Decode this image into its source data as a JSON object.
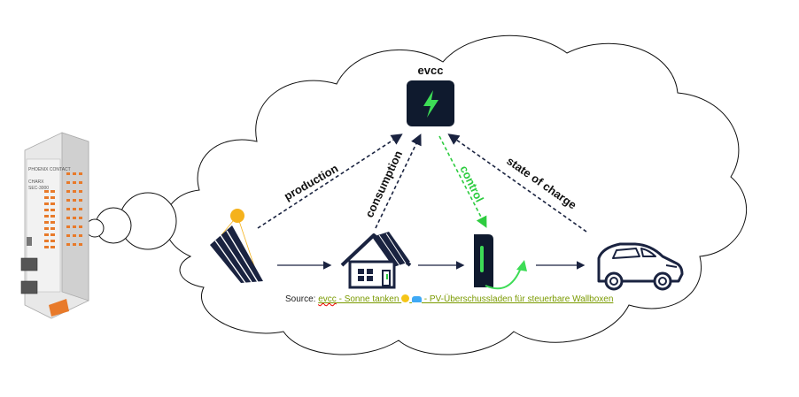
{
  "hub": {
    "title": "evcc"
  },
  "flows": {
    "production": "production",
    "consumption": "consumption",
    "control": "control",
    "state_of_charge": "state of charge"
  },
  "device": {
    "brand": "PHOENIX CONTACT",
    "model_line1": "CHARX",
    "model_line2": "SEC-3000"
  },
  "source": {
    "prefix": "Source: ",
    "link_part1": "evcc",
    "link_part2": " - Sonne tanken ",
    "link_part3": " - PV-Überschussladen für steuerbare Wallboxen"
  },
  "colors": {
    "arrow": "#1a2340",
    "control": "#2ecc40",
    "hub_bg": "#0f1a2e",
    "bolt": "#3ddc56",
    "sun": "#f5b21d",
    "link": "#7a9a00"
  }
}
